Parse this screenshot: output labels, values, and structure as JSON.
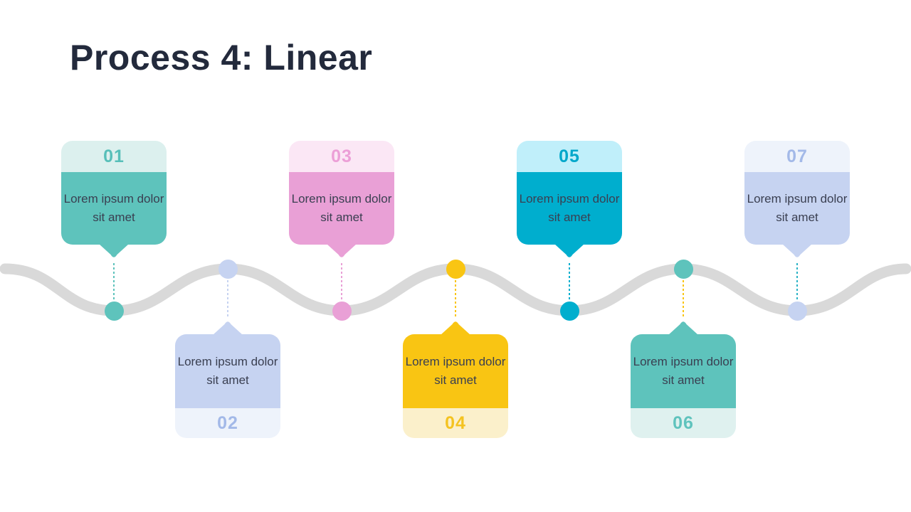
{
  "title": "Process 4: Linear",
  "colors": {
    "background": "#FFFFFF",
    "title": "#232A3C",
    "label_text": "#3A3F51",
    "wave": "#D9D9D9"
  },
  "steps": [
    {
      "number": "01",
      "label": "Lorem ipsum dolor sit amet",
      "side": "above",
      "main_color": "#5EC3BC",
      "light_color": "#DCF0EE",
      "number_color": "#57BFB9",
      "dot_color": "#5EC3BC",
      "connector_color": "#5EC3BC"
    },
    {
      "number": "02",
      "label": "Lorem ipsum dolor sit amet",
      "side": "below",
      "main_color": "#C6D3F1",
      "light_color": "#EEF3FB",
      "number_color": "#A3B9E8",
      "dot_color": "#C6D3F1",
      "connector_color": "#C6D3F1"
    },
    {
      "number": "03",
      "label": "Lorem ipsum dolor sit amet",
      "side": "above",
      "main_color": "#E9A0D6",
      "light_color": "#FBE7F5",
      "number_color": "#EC9FD7",
      "dot_color": "#E9A0D6",
      "connector_color": "#E9A0D6"
    },
    {
      "number": "04",
      "label": "Lorem ipsum dolor sit amet",
      "side": "below",
      "main_color": "#F9C513",
      "light_color": "#FBF0CB",
      "number_color": "#F4C320",
      "dot_color": "#F9C513",
      "connector_color": "#F9C513"
    },
    {
      "number": "05",
      "label": "Lorem ipsum dolor sit amet",
      "side": "above",
      "main_color": "#00AECE",
      "light_color": "#C0EFFA",
      "number_color": "#00A7CA",
      "dot_color": "#00AECE",
      "connector_color": "#00AECE"
    },
    {
      "number": "06",
      "label": "Lorem ipsum dolor sit amet",
      "side": "below",
      "main_color": "#5EC3BC",
      "light_color": "#DFF1EF",
      "number_color": "#5FC3BD",
      "dot_color": "#5EC3BC",
      "connector_color": "#F9C513"
    },
    {
      "number": "07",
      "label": "Lorem ipsum dolor sit amet",
      "side": "above",
      "main_color": "#C6D3F1",
      "light_color": "#EEF3FB",
      "number_color": "#A3B9E8",
      "dot_color": "#C6D3F1",
      "connector_color": "#2BB3C6"
    }
  ]
}
